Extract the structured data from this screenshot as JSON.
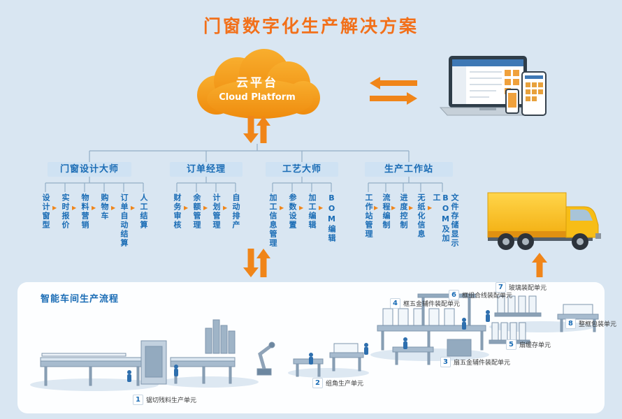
{
  "title": "门窗数字化生产解决方案",
  "cloud": {
    "title_cn": "云平台",
    "title_en": "Cloud Platform"
  },
  "icons": {
    "flow_arrow": "▶"
  },
  "tree": {
    "branches": [
      {
        "label": "门窗设计大师",
        "items": [
          "设计窗型",
          "实时报价",
          "物料营销",
          "购物车",
          "订单自动结算",
          "人工结算"
        ]
      },
      {
        "label": "订单经理",
        "items": [
          "财务审核",
          "余额管理",
          "计划管理",
          "自动排产"
        ]
      },
      {
        "label": "工艺大师",
        "items": [
          "加工信息管理",
          "参数设置",
          "加工编辑",
          "BOM编辑"
        ]
      },
      {
        "label": "生产工作站",
        "items": [
          "工作站管理",
          "流程编制",
          "进度控制",
          "无纸化信息",
          "文件存储显示BOM及加工"
        ]
      }
    ]
  },
  "workshop": {
    "label": "智能车间生产流程",
    "units": [
      {
        "num": "1",
        "label": "锯切残料生产单元"
      },
      {
        "num": "2",
        "label": "组角生产单元"
      },
      {
        "num": "3",
        "label": "扇五金辅件装配单元"
      },
      {
        "num": "4",
        "label": "框五金辅件装配单元"
      },
      {
        "num": "5",
        "label": "扇缓存单元"
      },
      {
        "num": "6",
        "label": "框组合线装配单元"
      },
      {
        "num": "7",
        "label": "玻璃装配单元"
      },
      {
        "num": "8",
        "label": "整框包装单元"
      }
    ]
  },
  "colors": {
    "orange": "#f08519",
    "blue": "#1a6cb5",
    "background": "#d9e6f2",
    "panel": "#fdfeff"
  }
}
